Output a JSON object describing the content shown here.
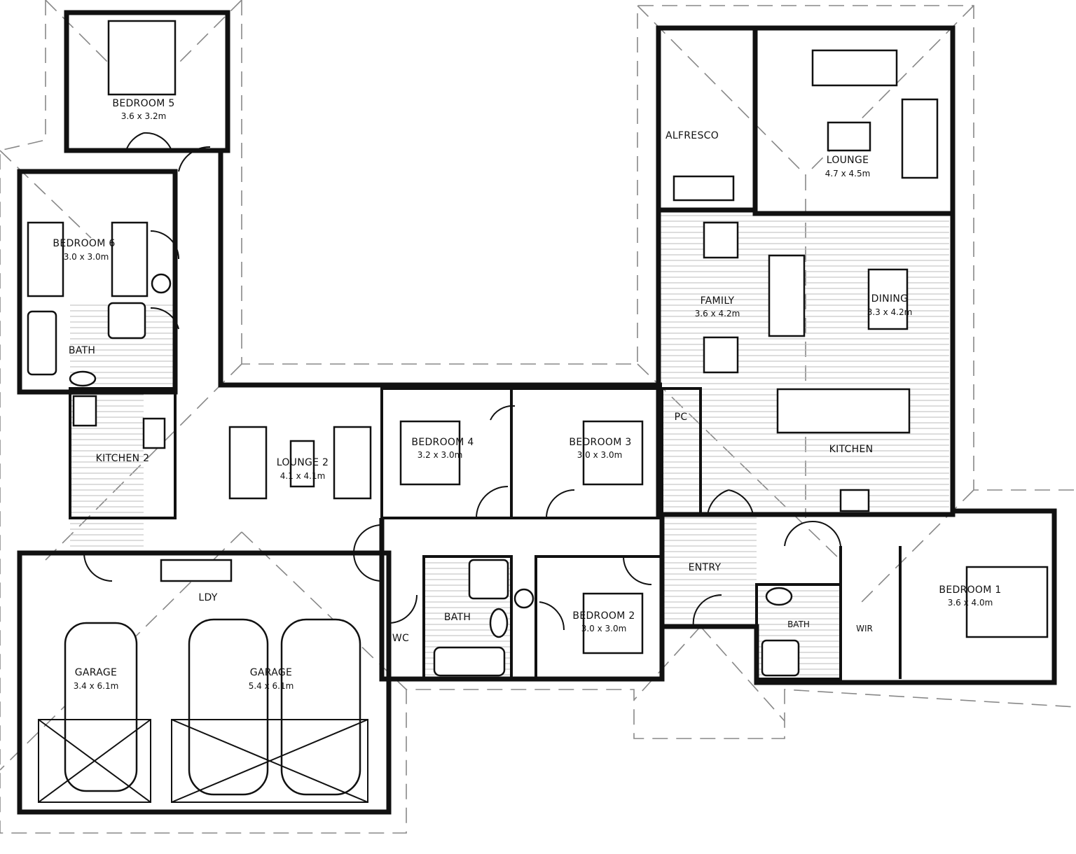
{
  "rooms": [
    {
      "name": "BEDROOM 5",
      "size": "3.6 x 3.2m"
    },
    {
      "name": "BEDROOM 6",
      "size": "3.0 x 3.0m"
    },
    {
      "name": "BATH",
      "size": ""
    },
    {
      "name": "KITCHEN 2",
      "size": ""
    },
    {
      "name": "LOUNGE 2",
      "size": "4.1 x 4.1m"
    },
    {
      "name": "BEDROOM 4",
      "size": "3.2 x 3.0m"
    },
    {
      "name": "BEDROOM 3",
      "size": "3.0 x 3.0m"
    },
    {
      "name": "PC",
      "size": ""
    },
    {
      "name": "ALFRESCO",
      "size": ""
    },
    {
      "name": "LOUNGE",
      "size": "4.7 x 4.5m"
    },
    {
      "name": "FAMILY",
      "size": "3.6 x 4.2m"
    },
    {
      "name": "DINING",
      "size": "3.3 x 4.2m"
    },
    {
      "name": "KITCHEN",
      "size": ""
    },
    {
      "name": "ENTRY",
      "size": ""
    },
    {
      "name": "LDY",
      "size": ""
    },
    {
      "name": "GARAGE",
      "size": "3.4 x 6.1m"
    },
    {
      "name": "GARAGE",
      "size": "5.4 x 6.1m"
    },
    {
      "name": "BATH",
      "size": ""
    },
    {
      "name": "WC",
      "size": ""
    },
    {
      "name": "BEDROOM 2",
      "size": "3.0 x 3.0m"
    },
    {
      "name": "BATH",
      "size": ""
    },
    {
      "name": "WIR",
      "size": ""
    },
    {
      "name": "BEDROOM 1",
      "size": "3.6 x 4.0m"
    }
  ]
}
